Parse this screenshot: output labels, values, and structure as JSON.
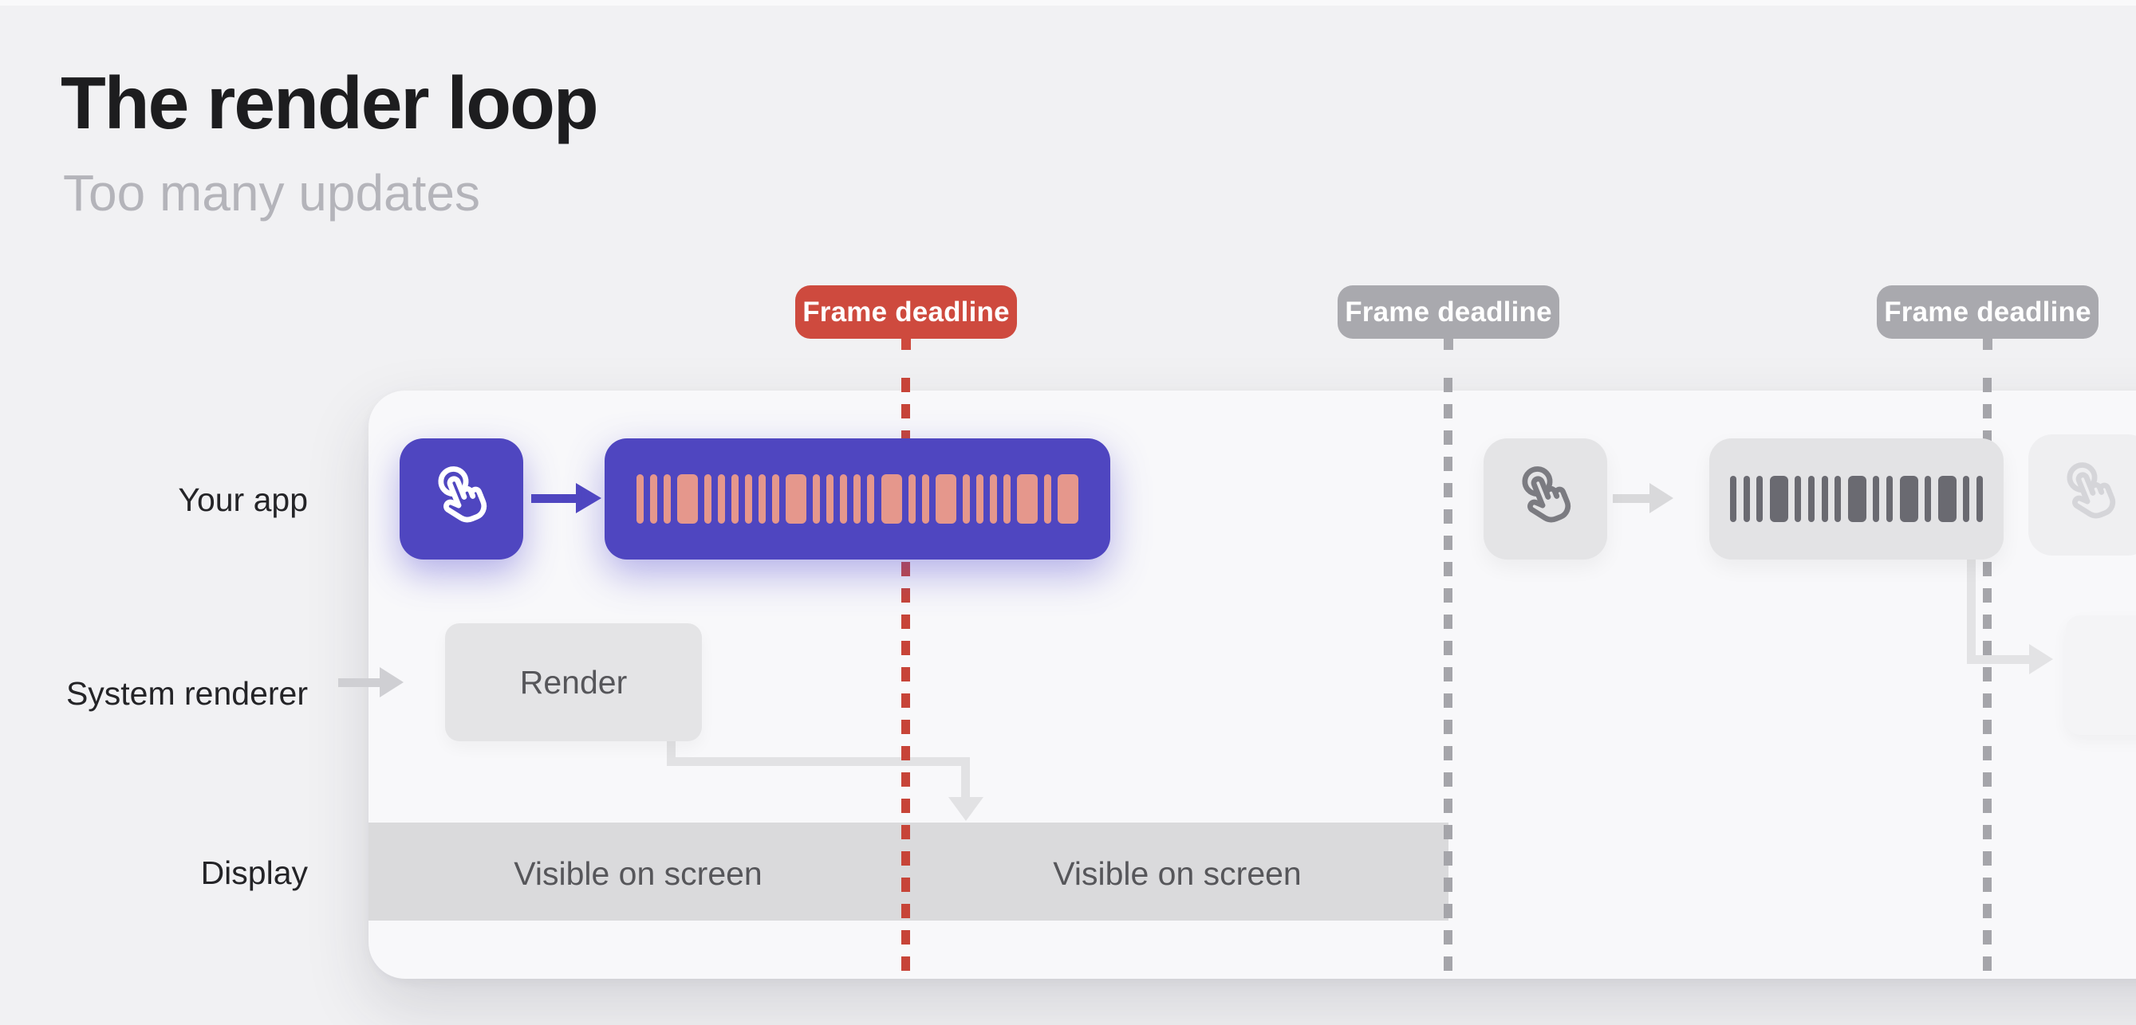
{
  "slide": {
    "title": "The render loop",
    "subtitle": "Too many updates"
  },
  "row_labels": {
    "app": "Your app",
    "renderer": "System renderer",
    "display": "Display"
  },
  "frame_deadlines": [
    {
      "label": "Frame deadline",
      "status": "missed",
      "color": "#ce4a3e"
    },
    {
      "label": "Frame deadline",
      "status": "upcoming",
      "color": "#a9a9ae"
    },
    {
      "label": "Frame deadline",
      "status": "upcoming",
      "color": "#a9a9ae"
    }
  ],
  "renderer_row": {
    "render_box_label": "Render"
  },
  "display_row": {
    "segments": [
      {
        "label": "Visible on screen"
      },
      {
        "label": "Visible on screen"
      }
    ]
  },
  "icons": {
    "tap": "hand-tap-icon"
  },
  "colors": {
    "page_bg": "#f1f1f3",
    "card_bg": "#f8f8fa",
    "accent_purple": "#4f46c0",
    "bar_salmon": "#e5978c",
    "deadline_red": "#ce4a3e",
    "deadline_gray": "#a9a9ae",
    "display_band": "#dadadc",
    "inactive_box": "#e4e4e6",
    "inactive_bar": "#6a6a71"
  },
  "barcodes": {
    "active": [
      "t",
      "t",
      "t",
      "w",
      "t",
      "t",
      "t",
      "t",
      "t",
      "t",
      "w",
      "t",
      "t",
      "t",
      "t",
      "t",
      "w",
      "t",
      "t",
      "w",
      "t",
      "t",
      "t",
      "t",
      "w",
      "t",
      "w"
    ],
    "gray": [
      "t",
      "t",
      "t",
      "w",
      "t",
      "t",
      "t",
      "t",
      "w",
      "t",
      "t",
      "w",
      "t",
      "w",
      "t",
      "t"
    ]
  }
}
